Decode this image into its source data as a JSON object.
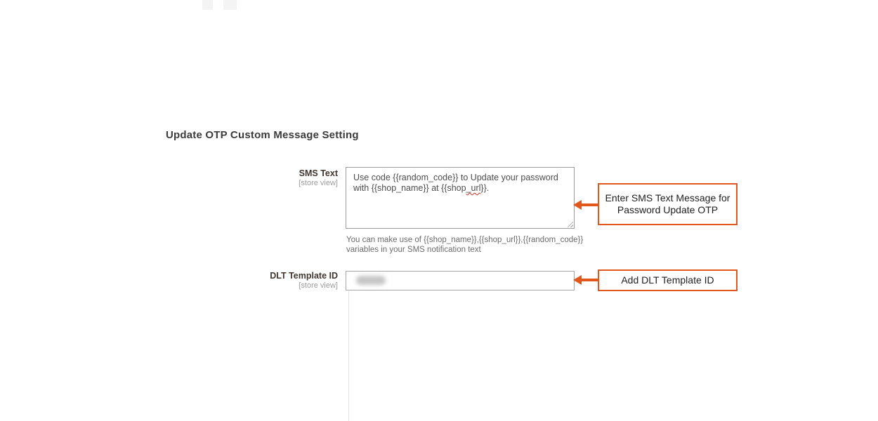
{
  "section": {
    "heading": "Update OTP Custom Message Setting"
  },
  "form": {
    "sms_text": {
      "label": "SMS Text",
      "scope": "[store view]",
      "value_line1": "Use code {{random_code}} to Update your password",
      "value_line2_prefix": "with {{shop_name}} at {{shop",
      "value_line2_flagged": "_url",
      "value_line2_suffix": "}}.",
      "note_line1": "You can make use of {{shop_name}},{{shop_url}},{{random_code}}",
      "note_line2": "variables in your SMS notification text"
    },
    "dlt_template_id": {
      "label": "DLT Template ID",
      "scope": "[store view]",
      "value_redacted": true
    }
  },
  "annotations": {
    "sms_text": {
      "line1": "Enter SMS Text Message for",
      "line2": "Password Update OTP"
    },
    "dlt": {
      "line1": "Add DLT Template ID"
    }
  },
  "colors": {
    "accent_orange": "#e2571c",
    "input_border": "#9b9b9b",
    "heading_text": "#3b3b3b",
    "label_text": "#41362f",
    "scope_text": "#9d9d9d",
    "note_text": "#6b6b6b",
    "spellcheck_underline": "#d93025"
  }
}
